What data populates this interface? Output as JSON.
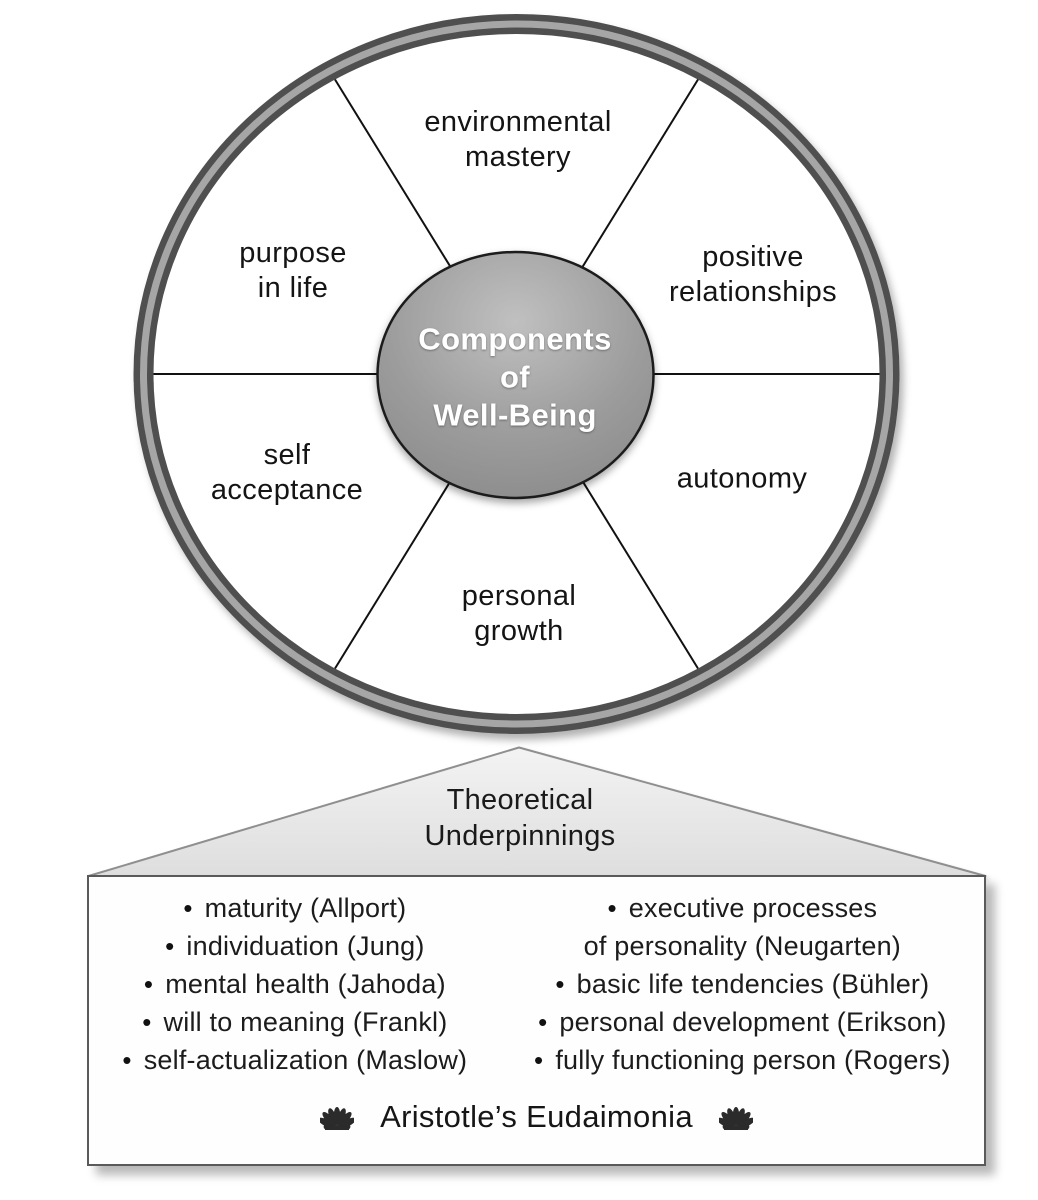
{
  "wheel": {
    "hub_label": "Components\nof\nWell-Being",
    "sector_labels": {
      "environmental_mastery": "environmental\nmastery",
      "positive_relationships": "positive\nrelationships",
      "autonomy": "autonomy",
      "personal_growth": "personal\ngrowth",
      "self_acceptance": "self\nacceptance",
      "purpose_in_life": "purpose\nin life"
    }
  },
  "arrow": {
    "label": "Theoretical\nUnderpinnings"
  },
  "foundations": {
    "bullet": "•",
    "left_items": [
      "maturity (Allport)",
      "individuation (Jung)",
      "mental health (Jahoda)",
      "will to meaning (Frankl)",
      "self-actualization (Maslow)"
    ],
    "right_items": [
      "executive processes",
      "of personality (Neugarten)",
      "basic life tendencies (Bühler)",
      "personal development (Erikson)",
      "fully functioning person (Rogers)"
    ],
    "footer": "Aristotle’s Eudaimonia"
  },
  "colors": {
    "ring_dark": "#4f4f4f",
    "ring_light": "#a6a6a6",
    "hub_fill": "#9b9b9b",
    "hub_text": "#ffffff",
    "divider_line": "#111111",
    "triangle_fill": "#ececec",
    "box_border": "#5a5a5a",
    "text": "#1a1a1a"
  }
}
